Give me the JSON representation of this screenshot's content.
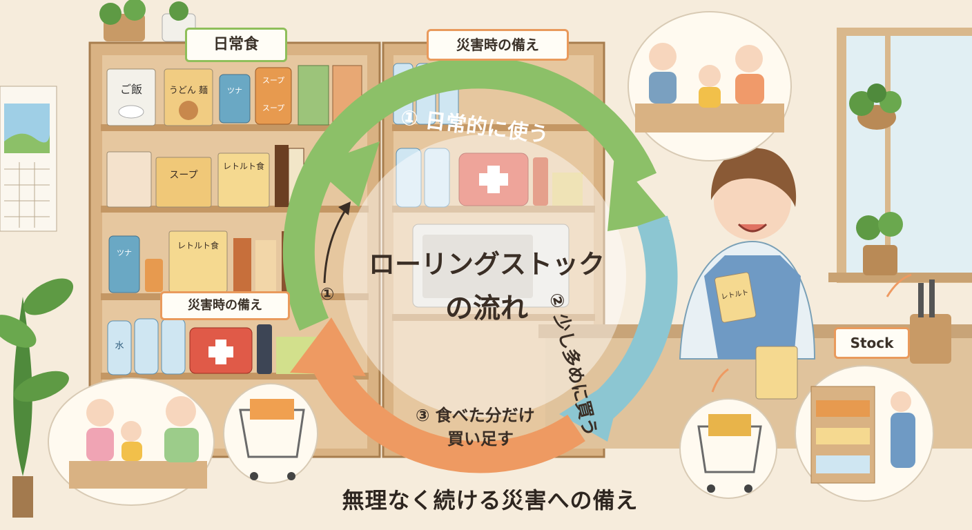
{
  "labels": {
    "daily_food": "日常食",
    "disaster_prep_top": "災害時の備え",
    "disaster_prep_shelf": "災害時の備え",
    "stock": "Stock"
  },
  "cycle": {
    "title_line1": "ローリングストック",
    "title_line2": "の流れ",
    "step1": "① 日常的に使う",
    "step1_small": "①",
    "step2": "② 少し多めに買う",
    "step3_line1": "③ 食べた分だけ",
    "step3_line2": "買い足す"
  },
  "footer": "無理なく続ける災害への備え",
  "package_text": {
    "rice": "ご飯",
    "udon": "うどん 麺",
    "soup": "スープ",
    "soup2": "スープ",
    "soup3": "スープ",
    "can_tsuna": "ツナ",
    "can_tsuna2": "ツナ",
    "retort": "レトルト食",
    "retort2": "レトルト食",
    "retort_hand": "レトルト",
    "water": "水"
  },
  "colors": {
    "green_arrow": "#8cc068",
    "blue_arrow": "#8cc6d2",
    "orange_arrow": "#ee9a62",
    "tag_green": "#8fbf5a",
    "tag_orange": "#e99a5c"
  }
}
